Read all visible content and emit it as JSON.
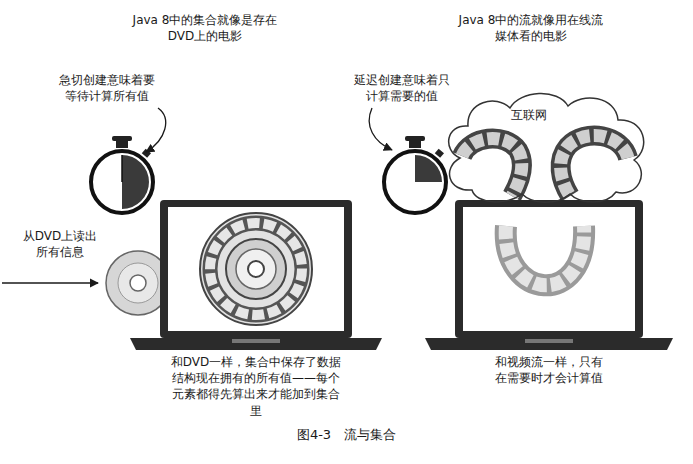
{
  "diagram": {
    "caption": "图4-3　流与集合",
    "nodes": [
      {
        "text": [
          "互联网"
        ]
      }
    ],
    "labels": [
      "Java 8中的集合就像是存在DVD上的电影",
      "Java 8中的流就像用在线流媒体看的电影",
      "急切创建意味着要等待计算所有值",
      "延迟创建意味着只计算需要的值",
      "从DVD上读出所有信息",
      "和DVD一样，集合中保存了数据结构现在拥有的所有值——每个元素都得先算出来才能加到集合里",
      "和视频流一样，只有在需要时才会计算值"
    ]
  }
}
